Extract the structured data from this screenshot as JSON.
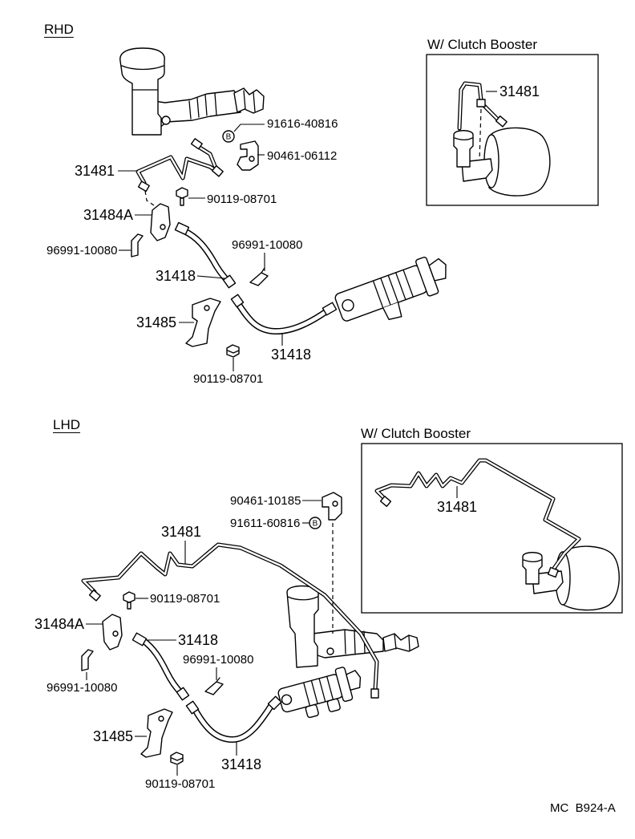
{
  "figure_code": "MC  B924-A",
  "rhd": {
    "heading": "RHD",
    "bolt_symbol": "B",
    "booster_inset": {
      "title": "W/ Clutch Booster",
      "tube_part": "31481"
    },
    "callouts": {
      "clamp_bolt": "91616-40816",
      "tube_clamp": "90461-06112",
      "tube": "31481",
      "bracket_bolt_upper": "90119-08701",
      "union_bracket": "31484A",
      "hose_clip_right": "96991-10080",
      "hose_clip_left": "96991-10080",
      "hose_upper": "31418",
      "hose_bracket": "31485",
      "hose_lower": "31418",
      "bracket_bolt_lower": "90119-08701"
    }
  },
  "lhd": {
    "heading": "LHD",
    "bolt_symbol": "B",
    "booster_inset": {
      "title": "W/ Clutch Booster",
      "tube_part": "31481"
    },
    "callouts": {
      "tube_clamp": "90461-10185",
      "clamp_bolt": "91611-60816",
      "tube": "31481",
      "bracket_bolt_upper": "90119-08701",
      "union_bracket": "31484A",
      "hose_upper": "31418",
      "hose_clip_right": "96991-10080",
      "hose_clip_left": "96991-10080",
      "hose_bracket": "31485",
      "hose_lower": "31418",
      "bracket_bolt_lower": "90119-08701"
    }
  }
}
